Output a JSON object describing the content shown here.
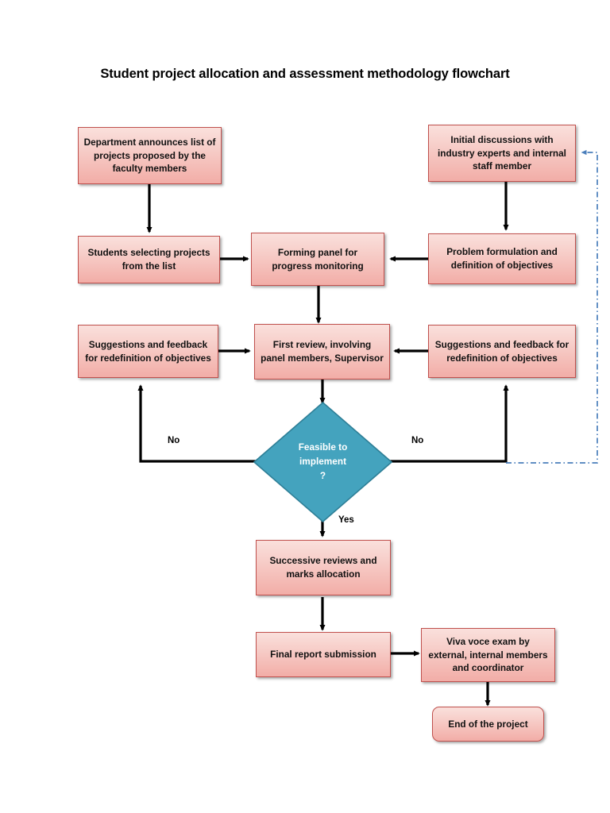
{
  "page": {
    "title": "Student project allocation and assessment methodology flowchart",
    "background_color": "#FFFFFF"
  },
  "theme": {
    "process_fill_top": "#FAE0DC",
    "process_fill_bottom": "#F2ADA7",
    "process_border": "#C0504D",
    "decision_fill": "#44A3BE",
    "decision_border": "#2E7F97",
    "decision_text": "#FFFFFF",
    "connector_color": "#000000",
    "feedback_connector_color": "#4A7EBB",
    "text_color": "#111111"
  },
  "nodes": [
    {
      "id": "dept-announces",
      "label": "Department announces list of projects proposed by the faculty members",
      "shape": "rect"
    },
    {
      "id": "initial-discussions",
      "label": "Initial discussions with industry experts and internal staff member",
      "shape": "rect"
    },
    {
      "id": "students-selecting",
      "label": "Students selecting projects from the list",
      "shape": "rect"
    },
    {
      "id": "forming-panel",
      "label": "Forming panel for progress monitoring",
      "shape": "rect"
    },
    {
      "id": "problem-formulation",
      "label": "Problem formulation and definition of objectives",
      "shape": "rect"
    },
    {
      "id": "suggestions-left",
      "label": "Suggestions and feedback for redefinition of objectives",
      "shape": "rect"
    },
    {
      "id": "first-review",
      "label": "First review, involving panel members, Supervisor",
      "shape": "rect"
    },
    {
      "id": "suggestions-right",
      "label": "Suggestions and feedback for redefinition of objectives",
      "shape": "rect"
    },
    {
      "id": "feasible-decision",
      "label": "Feasible to implement ?",
      "shape": "diamond",
      "lines": [
        "Feasible to",
        "implement",
        "?"
      ]
    },
    {
      "id": "successive-reviews",
      "label": "Successive reviews and marks allocation",
      "shape": "rect"
    },
    {
      "id": "final-report",
      "label": "Final report submission",
      "shape": "rect"
    },
    {
      "id": "viva-voce",
      "label": "Viva voce exam by external, internal members and coordinator",
      "shape": "rect"
    },
    {
      "id": "end-project",
      "label": "End of the project",
      "shape": "rounded-rect"
    }
  ],
  "edge_labels": {
    "no_left": "No",
    "no_right": "No",
    "yes": "Yes"
  },
  "edges": [
    {
      "from": "dept-announces",
      "to": "students-selecting",
      "style": "solid"
    },
    {
      "from": "initial-discussions",
      "to": "problem-formulation",
      "style": "solid"
    },
    {
      "from": "students-selecting",
      "to": "forming-panel",
      "style": "solid"
    },
    {
      "from": "problem-formulation",
      "to": "forming-panel",
      "style": "solid"
    },
    {
      "from": "forming-panel",
      "to": "first-review",
      "style": "solid"
    },
    {
      "from": "suggestions-left",
      "to": "first-review",
      "style": "solid"
    },
    {
      "from": "suggestions-right",
      "to": "first-review",
      "style": "solid"
    },
    {
      "from": "first-review",
      "to": "feasible-decision",
      "style": "solid"
    },
    {
      "from": "feasible-decision",
      "to": "suggestions-left",
      "style": "solid",
      "label": "No"
    },
    {
      "from": "feasible-decision",
      "to": "suggestions-right",
      "style": "solid",
      "label": "No"
    },
    {
      "from": "feasible-decision",
      "to": "initial-discussions",
      "style": "dash-dot",
      "label": ""
    },
    {
      "from": "feasible-decision",
      "to": "successive-reviews",
      "style": "solid",
      "label": "Yes"
    },
    {
      "from": "successive-reviews",
      "to": "final-report",
      "style": "solid"
    },
    {
      "from": "final-report",
      "to": "viva-voce",
      "style": "solid"
    },
    {
      "from": "viva-voce",
      "to": "end-project",
      "style": "solid"
    }
  ]
}
